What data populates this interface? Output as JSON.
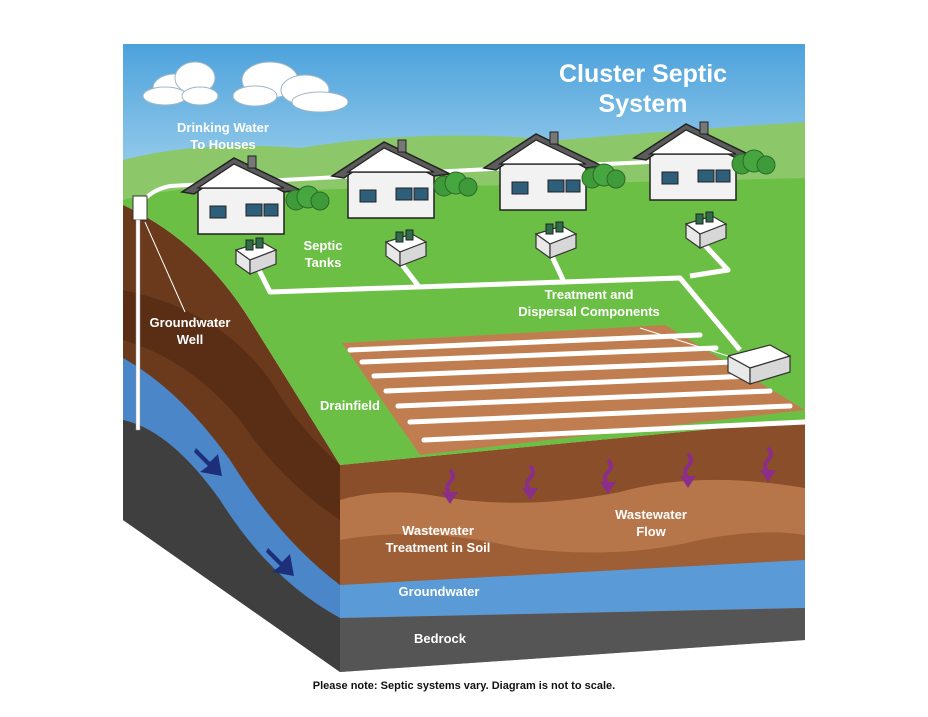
{
  "title": {
    "line1": "Cluster Septic",
    "line2": "System"
  },
  "labels": {
    "drinking_water": {
      "line1": "Drinking Water",
      "line2": "To Houses"
    },
    "septic_tanks": {
      "line1": "Septic",
      "line2": "Tanks"
    },
    "groundwater_well": {
      "line1": "Groundwater",
      "line2": "Well"
    },
    "treatment_dispersal": {
      "line1": "Treatment and",
      "line2": "Dispersal Components"
    },
    "drainfield": "Drainfield",
    "wastewater_treatment": {
      "line1": "Wastewater",
      "line2": "Treatment in Soil"
    },
    "wastewater_flow": {
      "line1": "Wastewater",
      "line2": "Flow"
    },
    "groundwater": "Groundwater",
    "bedrock": "Bedrock"
  },
  "footnote": "Please note: Septic systems vary. Diagram is not to scale.",
  "colors": {
    "sky": "#5aace0",
    "grass": "#6cbf45",
    "soil_dark": "#5a2e14",
    "soil_mid": "#8a4e2a",
    "soil_light": "#b77649",
    "groundwater": "#4a86c8",
    "bedrock": "#555555",
    "flow_arrow": "#8a2e8a",
    "house_wall": "#f2f2f2",
    "roof": "#5b5b5b"
  }
}
